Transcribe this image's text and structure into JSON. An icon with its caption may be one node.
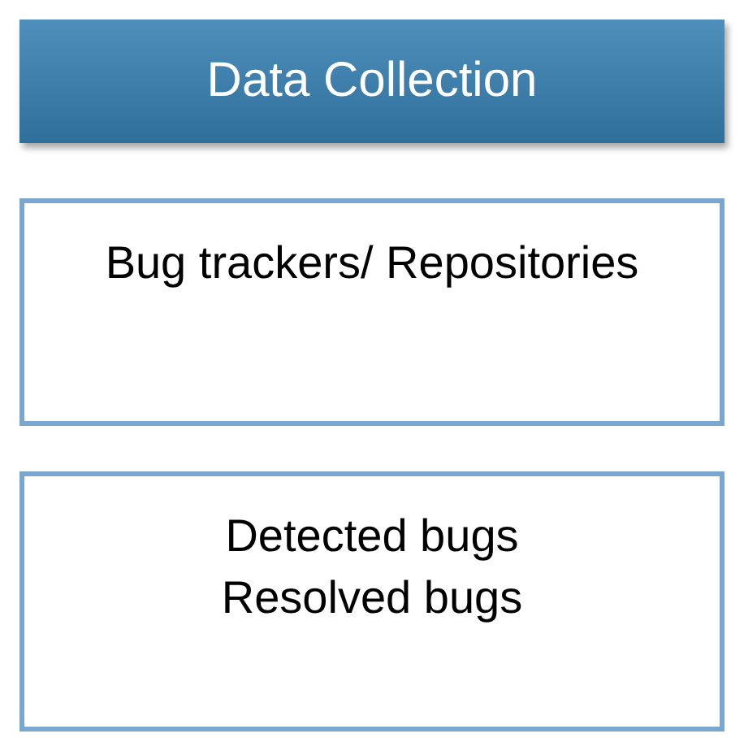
{
  "diagram": {
    "nodes": [
      {
        "text": [
          "Data Collection"
        ]
      },
      {
        "text": [
          "Bug trackers/ Repositories"
        ]
      },
      {
        "text": [
          "Detected bugs",
          "Resolved bugs"
        ]
      }
    ]
  }
}
